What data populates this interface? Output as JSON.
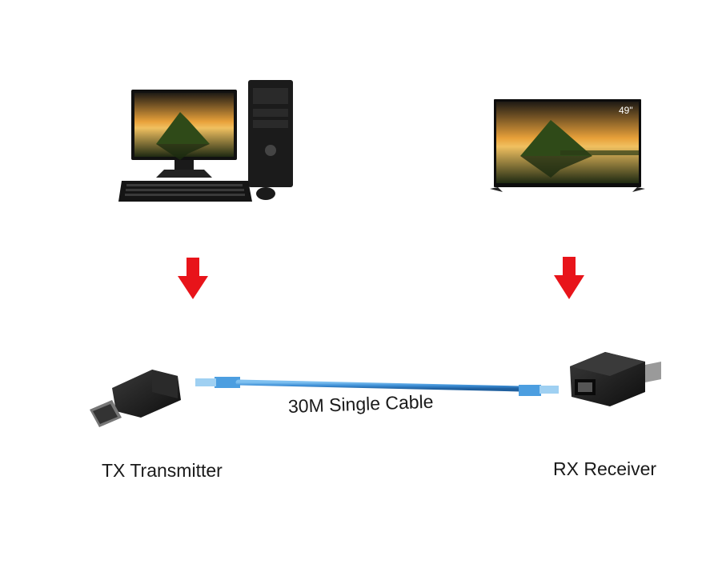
{
  "labels": {
    "tx": "TX Transmitter",
    "rx": "RX Receiver",
    "cable": "30M Single Cable",
    "tv_size": "49\""
  },
  "colors": {
    "arrow": "#e8141a",
    "cable": "#3d8fd6",
    "device_body": "#1c1c1c",
    "screen_sky_top": "#2a1f14",
    "screen_sunset": "#e8a13a",
    "screen_land": "#3c5a1e"
  },
  "icons": {
    "desktop": "desktop-computer-icon",
    "tv": "television-icon",
    "tx_adapter": "hdmi-adapter-icon",
    "rx_adapter": "hdmi-adapter-icon",
    "arrow": "down-arrow-icon"
  }
}
